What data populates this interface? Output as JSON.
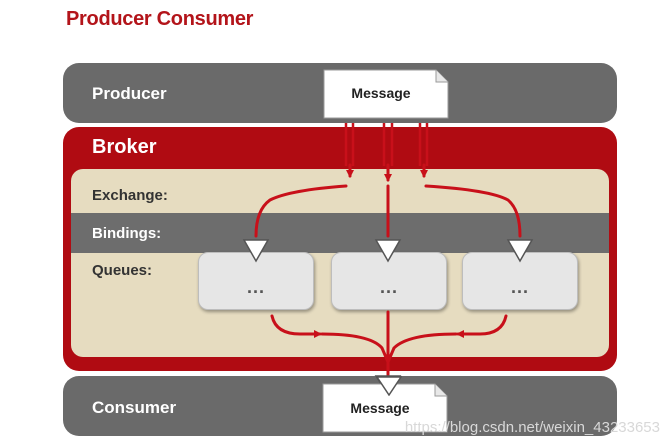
{
  "title": "Producer Consumer",
  "producer": {
    "label": "Producer",
    "message": "Message"
  },
  "broker": {
    "label": "Broker",
    "rows": {
      "exchange": "Exchange:",
      "bindings": "Bindings:",
      "queues": "Queues:"
    },
    "queues": [
      "...",
      "...",
      "..."
    ]
  },
  "consumer": {
    "label": "Consumer",
    "message": "Message"
  },
  "watermark": "https://blog.csdn.net/weixin_43233653",
  "colors": {
    "title": "#b3141a",
    "broker": "#b00b12",
    "band": "#6a6a6a",
    "inner": "#e6dcc0",
    "arrow": "#c8101a"
  }
}
